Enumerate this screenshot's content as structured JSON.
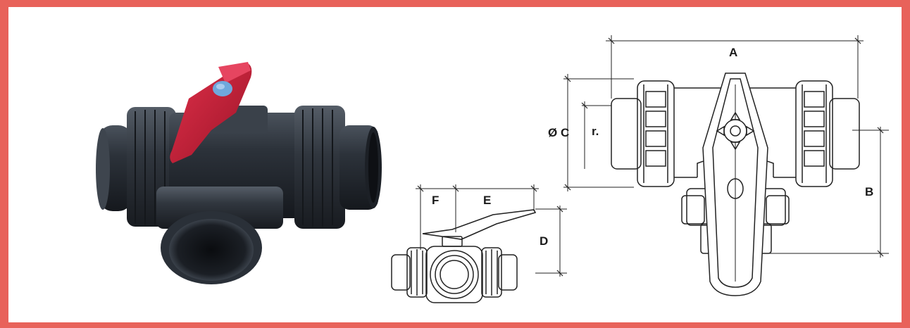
{
  "frame": {
    "border_color": "#e8625a"
  },
  "photo": {
    "subject": "three-way-ball-valve",
    "body_color": "#2a3038",
    "handle_color": "#c0203a",
    "handle_dot_color": "#6fa8dc"
  },
  "small_drawing": {
    "labels": {
      "f": "F",
      "e": "E",
      "d": "D"
    }
  },
  "large_drawing": {
    "labels": {
      "a": "A",
      "b": "B",
      "oc": "Ø C",
      "r": "r."
    }
  }
}
